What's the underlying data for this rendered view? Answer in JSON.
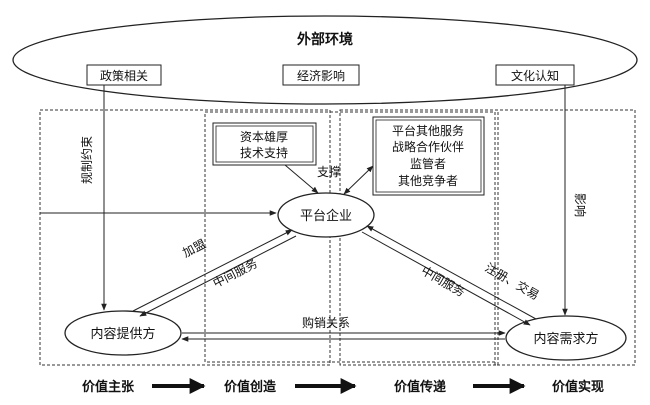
{
  "outer": {
    "title": "外部环境",
    "factors": [
      "政策相关",
      "经济影响",
      "文化认知"
    ]
  },
  "boxes": {
    "capital": [
      "资本雄厚",
      "技术支持"
    ],
    "others": [
      "平台其他服务",
      "战略合作伙伴",
      "监管者",
      "其他竞争者"
    ]
  },
  "nodes": {
    "platform": "平台企业",
    "provider": "内容提供方",
    "consumer": "内容需求方"
  },
  "edges": {
    "regulate": "规制约束",
    "support": "支撑",
    "influence": "影响",
    "join": "加盟",
    "service_left": "中间服务",
    "service_right": "中间服务",
    "register": "注册、交易",
    "trade": "购销关系"
  },
  "stages": [
    "价值主张",
    "价值创造",
    "价值传递",
    "价值实现"
  ],
  "colors": {
    "line": "#222222",
    "dash": "#333333",
    "fill": "#ffffff"
  }
}
